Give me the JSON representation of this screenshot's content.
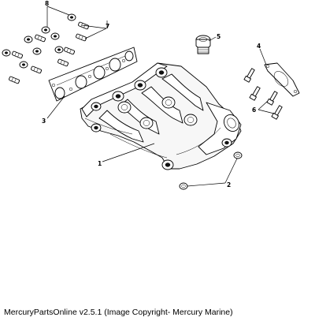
{
  "diagram": {
    "callouts": [
      {
        "id": "c1",
        "label": "1"
      },
      {
        "id": "c2",
        "label": "2"
      },
      {
        "id": "c3",
        "label": "3"
      },
      {
        "id": "c4",
        "label": "4"
      },
      {
        "id": "c5",
        "label": "5"
      },
      {
        "id": "c6",
        "label": "6"
      },
      {
        "id": "c7",
        "label": "7"
      },
      {
        "id": "c8",
        "label": "8"
      }
    ]
  },
  "footer": {
    "caption": "MercuryPartsOnline v2.5.1 (Image Copyright- Mercury Marine)"
  }
}
